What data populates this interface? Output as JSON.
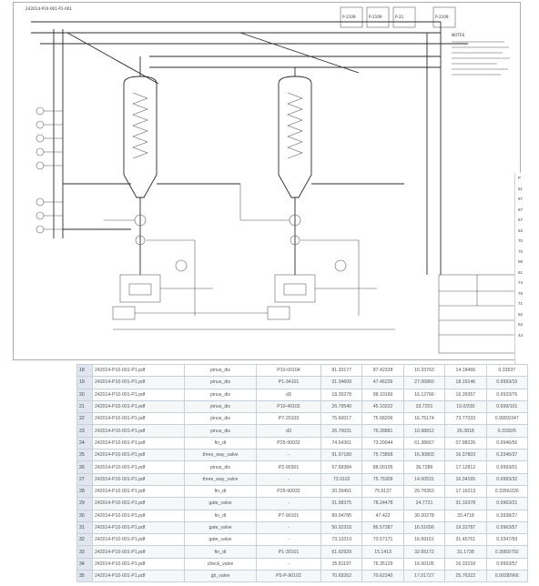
{
  "drawing": {
    "title_text": "242014-P10-001-P1-001",
    "vessels": [
      "P-2109",
      "P-2109",
      "P-21",
      "P-2109"
    ],
    "notes_title": "NOTES"
  },
  "side_column": {
    "values": [
      "P",
      "61",
      "67",
      "67",
      "67",
      "63",
      "70",
      "70",
      "99",
      "61",
      "74",
      "76",
      "71",
      "52",
      "52",
      "44"
    ]
  },
  "table": {
    "rows": [
      [
        "18",
        "242014-P10-001-P1.pdf",
        "pinus_dis",
        "P10-00104",
        "81.33177",
        "87.42328",
        "10.33763",
        "14.18466",
        "0.33537"
      ],
      [
        "19",
        "242014-P10-001-P1.pdf",
        "pinus_dis",
        "P1-34101",
        "31.34609",
        "47.46226",
        "27.06860",
        "18.19146",
        "0.9993/10"
      ],
      [
        "20",
        "242014-P10-001-P1.pdf",
        "pinus_dis",
        "d3",
        "18.39278",
        "98.10166",
        "16.12766",
        "16.39357",
        "0.9933/76"
      ],
      [
        "21",
        "242014-P10-001-P1.pdf",
        "pinus_dis",
        "P10-40102",
        "26.79540",
        "45.10222",
        "33.7201",
        "19.0/330",
        "0.999/101"
      ],
      [
        "22",
        "242014-P10-001-P1.pdf",
        "pinus_dis",
        "P7-20103",
        "75.60017",
        "75.68206",
        "16.75174",
        "73.77033",
        "0.9993/347"
      ],
      [
        "23",
        "242014-P10-001-P1.pdf",
        "pinus_dis",
        "d3",
        "26.70031",
        "76.28881",
        "10.98812",
        "26.3818",
        "0.3330/5"
      ],
      [
        "24",
        "242014-P10-001-P1.pdf",
        "fin_dt",
        "P25-90032",
        "74.54361",
        "73.20044",
        "61.38667",
        "07.98226",
        "0.9946/56"
      ],
      [
        "25",
        "242014-P10-001-P1.pdf",
        "three_way_valve",
        "-",
        "91.97189",
        "75.73858",
        "16.30803",
        "16.37803",
        "0.3346/37"
      ],
      [
        "26",
        "242014-P10-001-P1.pdf",
        "pinus_dis",
        "P2-90301",
        "57.68384",
        "88.00105",
        "36.7286",
        "17.12812",
        "0.9993/01"
      ],
      [
        "27",
        "242014-P10-001-P1.pdf",
        "three_way_valve",
        "-",
        "73.9102",
        "75.75309",
        "14.00531",
        "16.34165",
        "0.9993/32"
      ],
      [
        "28",
        "242014-P10-001-P1.pdf",
        "fin_dt",
        "P25-90032",
        "20.39491",
        "75.9137",
        "20.78352",
        "17.16213",
        "0.3356/226"
      ],
      [
        "29",
        "242014-P10-001-P1.pdf",
        "gate_valve",
        "-",
        "31.98375",
        "78.24478",
        "24.7721",
        "31.16378",
        "0.9963/21"
      ],
      [
        "30",
        "242014-P10-001-P1.pdf",
        "fin_dt",
        "P7-90101",
        "89.04785",
        "47.422",
        "30.20278",
        "33.4718",
        "0.3938/27"
      ],
      [
        "31",
        "242014-P10-001-P1.pdf",
        "gate_valve",
        "-",
        "50.92318",
        "86.57387",
        "16.51656",
        "19.32787",
        "0.9963/57"
      ],
      [
        "32",
        "242014-P10-001-P1.pdf",
        "gate_valve",
        "-",
        "73.13219",
        "73.57171",
        "16.99161",
        "31.45761",
        "0.3347/93"
      ],
      [
        "33",
        "242014-P10-001-P1.pdf",
        "fin_dt",
        "P1-30101",
        "61.92929",
        "15.1413",
        "32.65172",
        "31.1738",
        "0.3983/792"
      ],
      [
        "34",
        "242014-P10-001-P1.pdf",
        "check_valve",
        "-",
        "35.81197",
        "76.35129",
        "16.00105",
        "16.33159",
        "0.9993/57"
      ],
      [
        "35",
        "242014-P10-001-P1.pdf",
        "gb_valve",
        "P5-P-90102",
        "70.69262",
        "70.62240",
        "17.01727",
        "25.76322",
        "0.9928/966"
      ]
    ]
  }
}
